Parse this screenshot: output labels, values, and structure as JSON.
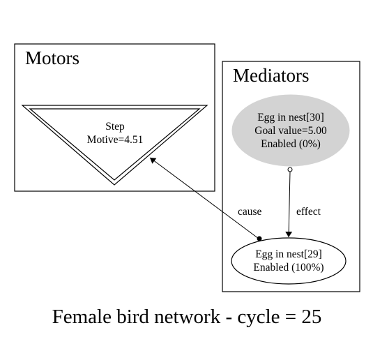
{
  "diagram": {
    "clusters": [
      {
        "label": "Motors"
      },
      {
        "label": "Mediators"
      }
    ],
    "nodes": {
      "step": {
        "line1": "Step",
        "line2": "Motive=4.51"
      },
      "egg30": {
        "line1": "Egg in nest[30]",
        "line2": "Goal value=5.00",
        "line3": "Enabled (0%)",
        "fill": "#d3d3d3"
      },
      "egg29": {
        "line1": "Egg in nest[29]",
        "line2": "Enabled (100%)"
      }
    },
    "edges": [
      {
        "label": "cause"
      },
      {
        "label": "effect"
      }
    ],
    "caption": "Female bird network - cycle = 25"
  }
}
